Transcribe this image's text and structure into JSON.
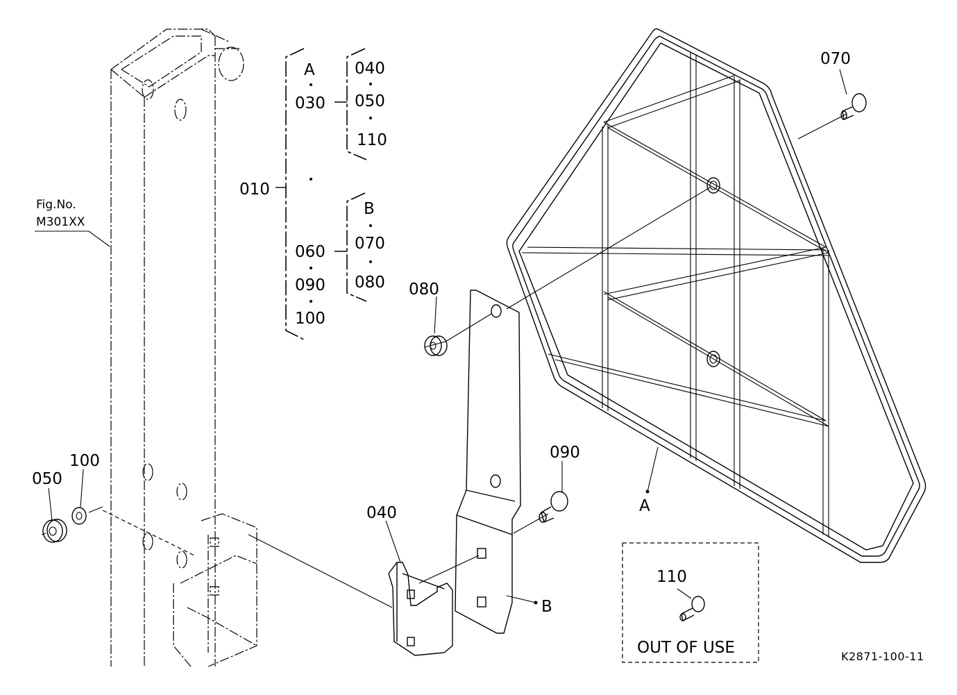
{
  "diagram": {
    "fig_ref": {
      "label": "Fig.No.",
      "number": "M301XX"
    },
    "tree": {
      "root": "010",
      "group_a": {
        "letter": "A",
        "part": "030",
        "subparts": [
          "040",
          "050",
          "110"
        ]
      },
      "group_b": {
        "letter": "B",
        "subparts": [
          "070",
          "080"
        ]
      },
      "left_parts": [
        "060",
        "090",
        "100"
      ]
    },
    "callouts": {
      "c070": "070",
      "c080": "080",
      "c090": "090",
      "c100": "100",
      "c050": "050",
      "c040": "040",
      "c110": "110",
      "a": "A",
      "b": "B"
    },
    "out_of_use": "OUT OF USE",
    "drawing_number": "K2871-100-11"
  }
}
